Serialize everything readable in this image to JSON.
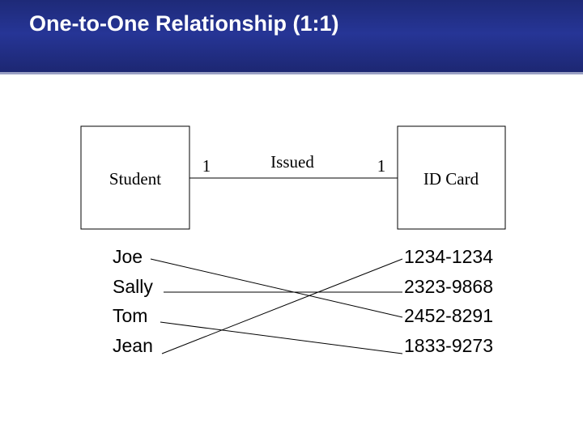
{
  "title": "One-to-One Relationship (1:1)",
  "entities": {
    "left": "Student",
    "right": "ID Card"
  },
  "relationship": {
    "label": "Issued",
    "left_cardinality": "1",
    "right_cardinality": "1"
  },
  "students": [
    "Joe",
    "Sally",
    "Tom",
    "Jean"
  ],
  "id_cards": [
    "1234-1234",
    "2323-9868",
    "2452-8291",
    "1833-9273"
  ],
  "mappings": [
    {
      "student": "Joe",
      "id_card": "2452-8291"
    },
    {
      "student": "Sally",
      "id_card": "2323-9868"
    },
    {
      "student": "Tom",
      "id_card": "1833-9273"
    },
    {
      "student": "Jean",
      "id_card": "1234-1234"
    }
  ]
}
